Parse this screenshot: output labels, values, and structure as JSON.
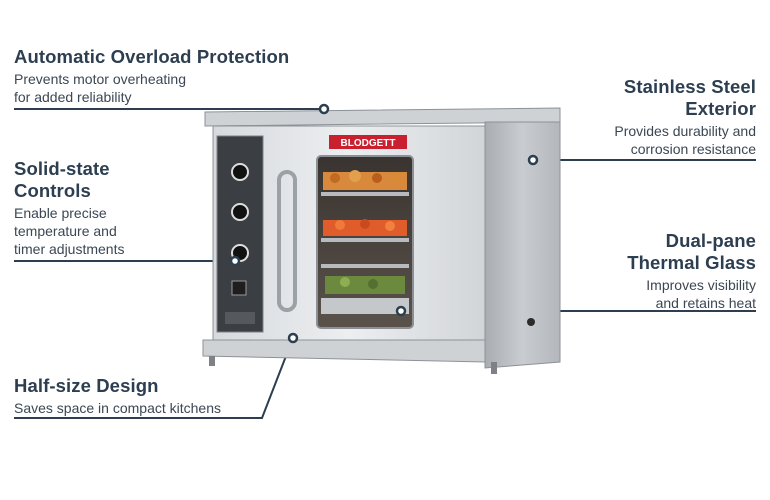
{
  "brand": "BLODGETT",
  "callouts": {
    "overload": {
      "title": "Automatic Overload Protection",
      "lines": [
        "Prevents motor overheating",
        "for added reliability"
      ]
    },
    "controls": {
      "title_lines": [
        "Solid-state",
        "Controls"
      ],
      "lines": [
        "Enable precise",
        "temperature and",
        "timer adjustments"
      ]
    },
    "half": {
      "title": "Half-size Design",
      "lines": [
        "Saves space in compact kitchens"
      ]
    },
    "steel": {
      "title_lines": [
        "Stainless Steel",
        "Exterior"
      ],
      "lines": [
        "Provides durability and",
        "corrosion resistance"
      ]
    },
    "glass": {
      "title_lines": [
        "Dual-pane",
        "Thermal Glass"
      ],
      "lines": [
        "Improves visibility",
        "and retains heat"
      ]
    }
  },
  "colors": {
    "heading": "#2c3e50",
    "body": "#3b4754",
    "leader": "#2c3e50",
    "steel_light": "#e4e6e8",
    "steel_dark": "#9ea3a8",
    "badge_red": "#c8202f"
  }
}
